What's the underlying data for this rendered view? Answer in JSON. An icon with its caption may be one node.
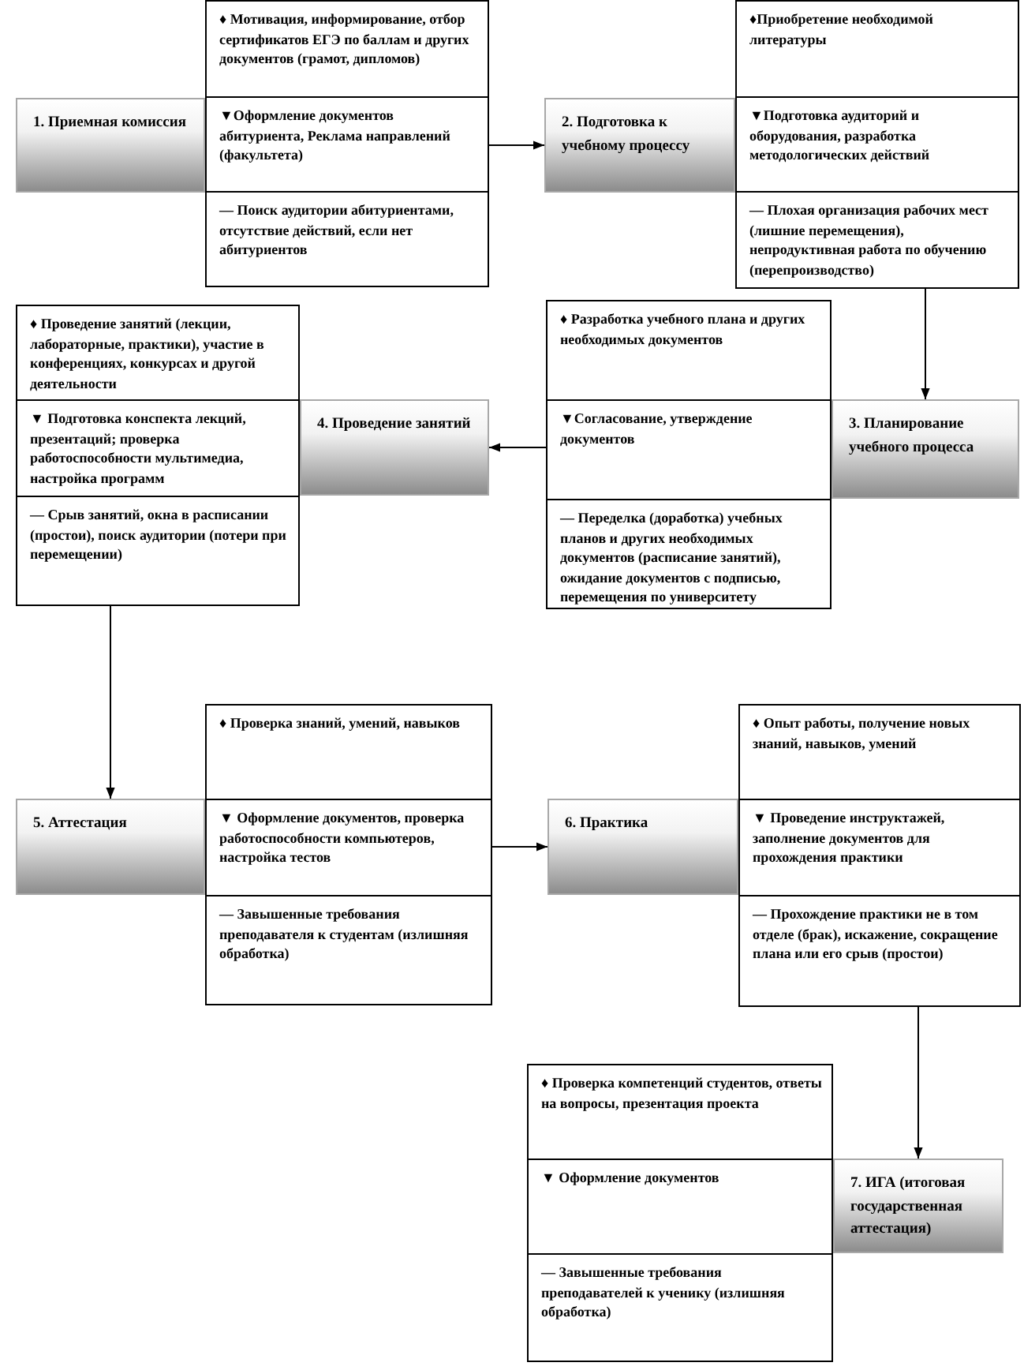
{
  "diagram": {
    "nodes": [
      {
        "text": [
          "1. Приемная комиссия"
        ]
      },
      {
        "text": [
          "♦ Мотивация, информирование, отбор сертификатов ЕГЭ по баллам и других документов (грамот, дипломов)"
        ]
      },
      {
        "text": [
          "▼Оформление документов абитуриента, Реклама направлений (факультета)"
        ]
      },
      {
        "text": [
          "— Поиск аудитории абитуриентами, отсутствие действий, если нет абитуриентов"
        ]
      },
      {
        "text": [
          "2. Подготовка к учебному процессу"
        ]
      },
      {
        "text": [
          "♦Приобретение необходимой литературы"
        ]
      },
      {
        "text": [
          "▼Подготовка аудиторий и оборудования, разработка методологических действий"
        ]
      },
      {
        "text": [
          "— Плохая организация рабочих мест (лишние перемещения), непродуктивная работа по обучению (перепроизводство)"
        ]
      },
      {
        "text": [
          "3. Планирование учебного процесса"
        ]
      },
      {
        "text": [
          "♦ Разработка учебного плана и других необходимых документов"
        ]
      },
      {
        "text": [
          "▼Согласование, утверждение документов"
        ]
      },
      {
        "text": [
          "— Переделка (доработка) учебных планов и других необходимых документов (расписание занятий), ожидание документов с подписью, перемещения по университету"
        ]
      },
      {
        "text": [
          "4. Проведение занятий"
        ]
      },
      {
        "text": [
          "♦ Проведение занятий (лекции, лабораторные, практики), участие в конференциях, конкурсах и другой деятельности"
        ]
      },
      {
        "text": [
          "▼ Подготовка конспекта лекций, презентаций; проверка работоспособности мультимедиа, настройка программ"
        ]
      },
      {
        "text": [
          "— Срыв занятий, окна в расписании (простои), поиск аудитории (потери при перемещении)"
        ]
      },
      {
        "text": [
          "5. Аттестация"
        ]
      },
      {
        "text": [
          "♦ Проверка знаний, умений, навыков"
        ]
      },
      {
        "text": [
          "▼ Оформление документов, проверка работоспособности компьютеров, настройка тестов"
        ]
      },
      {
        "text": [
          "— Завышенные требования преподавателя к студентам (излишняя обработка)"
        ]
      },
      {
        "text": [
          "6. Практика"
        ]
      },
      {
        "text": [
          "♦ Опыт работы, получение новых знаний, навыков, умений"
        ]
      },
      {
        "text": [
          "▼ Проведение инструктажей, заполнение документов для прохождения практики"
        ]
      },
      {
        "text": [
          "— Прохождение практики не в том отделе (брак), искажение, сокращение плана или его срыв (простои)"
        ]
      },
      {
        "text": [
          "7. ИГА (итоговая государственная аттестация)"
        ]
      },
      {
        "text": [
          "♦ Проверка компетенций студентов, ответы на вопросы, презентация проекта"
        ]
      },
      {
        "text": [
          "▼ Оформление документов"
        ]
      },
      {
        "text": [
          "— Завышенные требования преподавателей к ученику (излишняя обработка)"
        ]
      }
    ],
    "edges": [
      {
        "from": 2,
        "to": 4,
        "arrow": "to"
      },
      {
        "from": 7,
        "to": 8,
        "arrow": "to"
      },
      {
        "from": 10,
        "to": 12,
        "arrow": "to"
      },
      {
        "from": 15,
        "to": 16,
        "arrow": "to"
      },
      {
        "from": 18,
        "to": 20,
        "arrow": "to"
      },
      {
        "from": 23,
        "to": 24,
        "arrow": "to"
      }
    ]
  }
}
